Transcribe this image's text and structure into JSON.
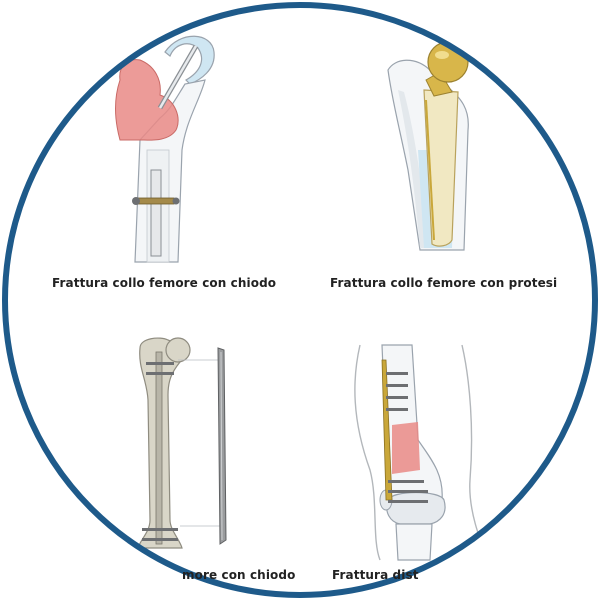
{
  "colors": {
    "ring": "#1e5a8a",
    "bone_fill": "#f4f6f8",
    "bone_outline": "#9aa3ad",
    "fracture_red": "#e98a86",
    "implant_gold": "#d8b64a",
    "marrow_blue": "#cfe6f2",
    "plate_gray": "#7d7f80"
  },
  "panels": [
    {
      "id": "top-left",
      "caption": "Frattura collo femore con chiodo",
      "icon": "femoral-neck-nail-icon"
    },
    {
      "id": "top-right",
      "caption": "Frattura collo femore con protesi",
      "icon": "hip-prosthesis-icon"
    },
    {
      "id": "bottom-left",
      "caption": "more con chiodo",
      "icon": "femur-intramedullary-nail-icon"
    },
    {
      "id": "bottom-right",
      "caption": "Frattura dist",
      "icon": "distal-femur-plate-icon"
    }
  ]
}
